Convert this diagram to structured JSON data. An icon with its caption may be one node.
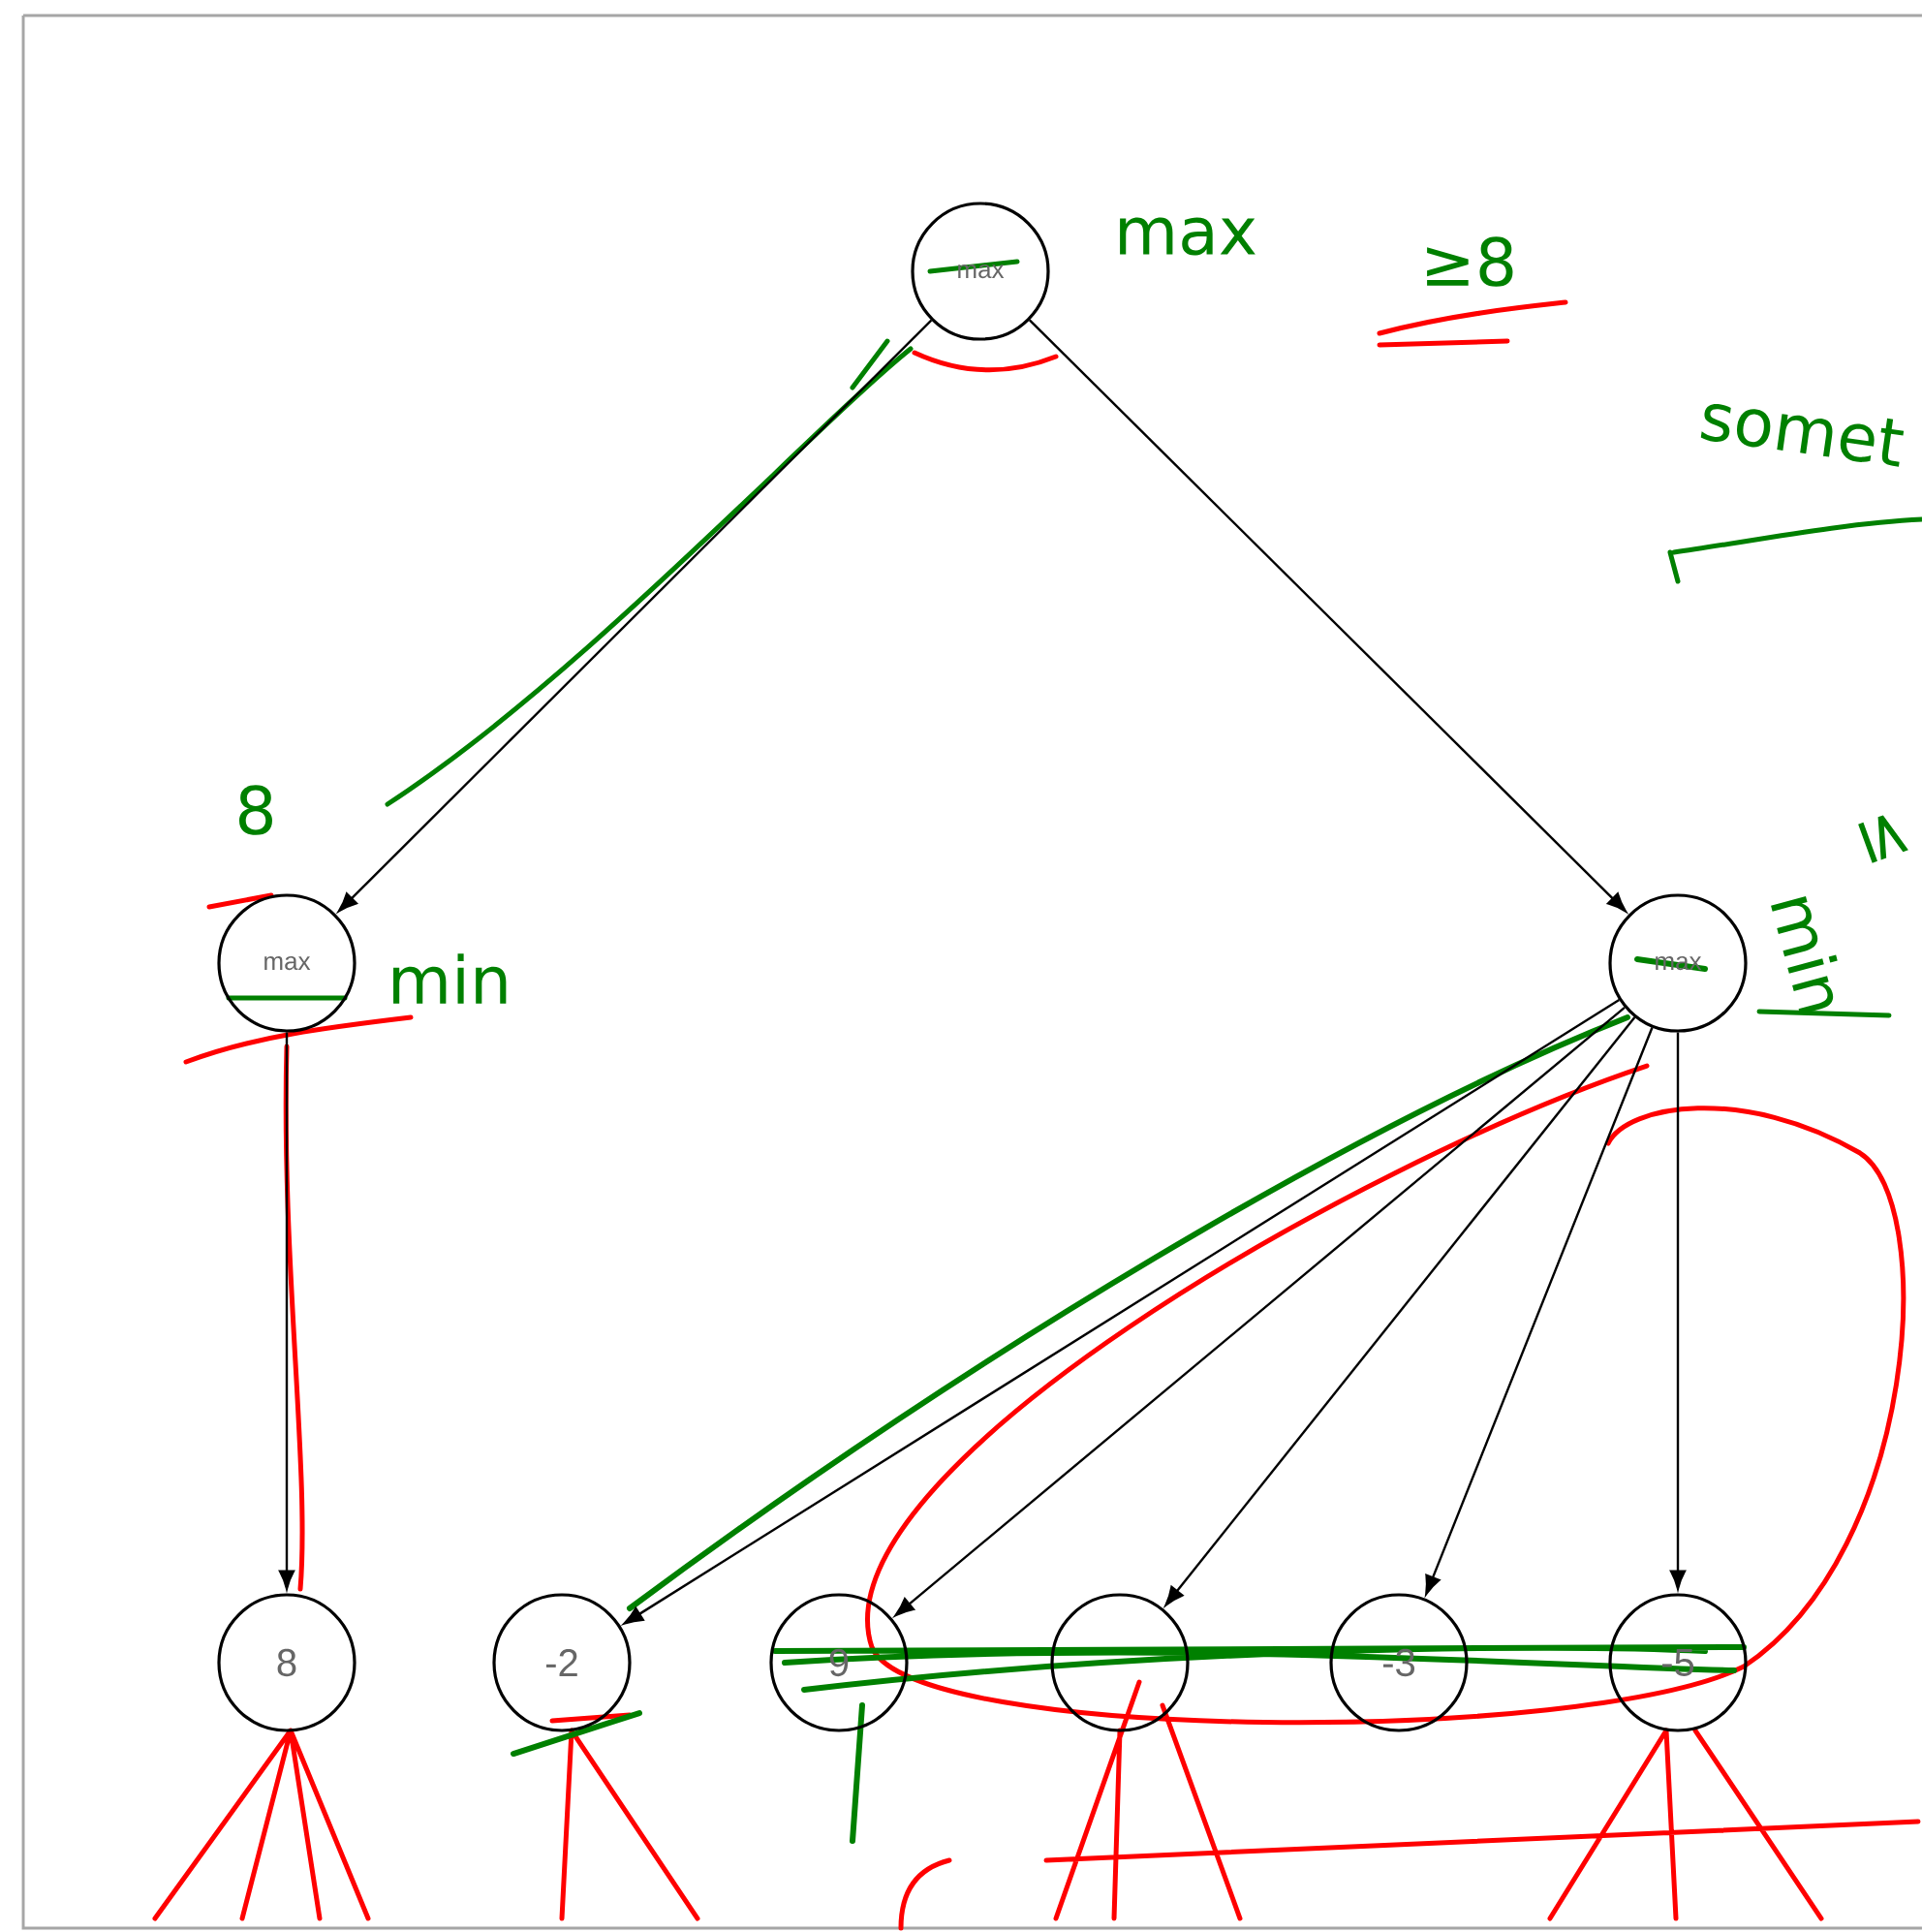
{
  "diagram": {
    "nodes": [
      {
        "text": [
          "max"
        ]
      },
      {
        "text": [
          "max"
        ],
        "beside": [
          "min"
        ]
      },
      {
        "text": [
          "max"
        ],
        "beside": [
          "min"
        ]
      },
      {
        "text": [
          "8"
        ]
      },
      {
        "text": [
          "-2"
        ]
      },
      {
        "text": [
          "9"
        ]
      },
      {
        "text": [],
        "shape": "circle"
      },
      {
        "text": [
          "-3"
        ]
      },
      {
        "text": [
          "-5"
        ]
      }
    ],
    "edges": [
      {
        "from": 0,
        "to": 1,
        "arrow": "to"
      },
      {
        "from": 0,
        "to": 2,
        "arrow": "to"
      },
      {
        "from": 1,
        "to": 3,
        "arrow": "to"
      },
      {
        "from": 2,
        "to": 4,
        "arrow": "to"
      },
      {
        "from": 2,
        "to": 5,
        "arrow": "to"
      },
      {
        "from": 2,
        "to": 6,
        "arrow": "to"
      },
      {
        "from": 2,
        "to": 7,
        "arrow": "to"
      },
      {
        "from": 2,
        "to": 8,
        "arrow": "to"
      }
    ],
    "labels": [
      "max",
      "≥8",
      "somet",
      "8",
      "≤"
    ]
  }
}
